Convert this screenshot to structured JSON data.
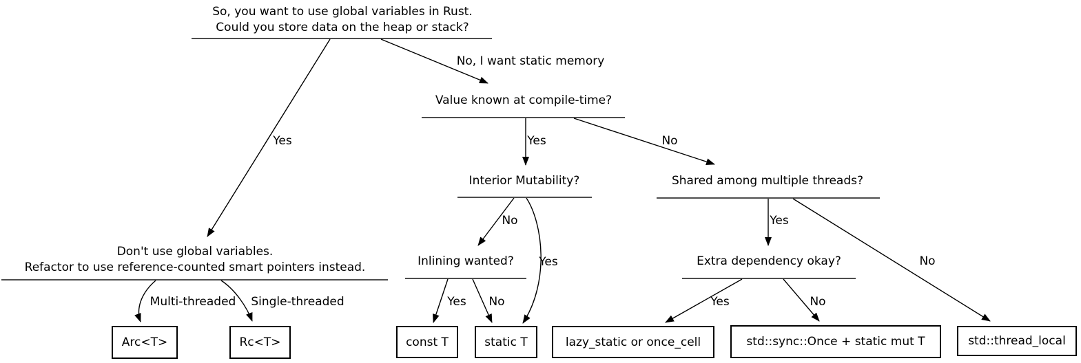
{
  "diagram": {
    "kind": "decision-tree flowchart",
    "colors": {
      "background": "#ffffff",
      "text": "#000000",
      "edge": "#000000",
      "underline": "#4d4d4d",
      "box_border": "#000000"
    },
    "nodes": {
      "root": {
        "line1": "So, you want to use global variables in Rust.",
        "line2": "Could you store data on the heap or stack?"
      },
      "value_known": {
        "label": "Value known at compile-time?"
      },
      "interior_mutability": {
        "label": "Interior Mutability?"
      },
      "shared_threads": {
        "label": "Shared among multiple threads?"
      },
      "inlining_wanted": {
        "label": "Inlining wanted?"
      },
      "extra_dependency": {
        "label": "Extra dependency okay?"
      },
      "dont_use": {
        "line1": "Don't use global variables.",
        "line2": "Refactor to use reference-counted smart pointers instead."
      }
    },
    "edge_labels": {
      "root_yes": "Yes",
      "root_no": "No, I want static memory",
      "value_yes": "Yes",
      "value_no": "No",
      "interior_no": "No",
      "interior_yes": "Yes",
      "inlining_yes": "Yes",
      "inlining_no": "No",
      "shared_yes": "Yes",
      "shared_no": "No",
      "extra_yes": "Yes",
      "extra_no": "No",
      "multi_threaded": "Multi-threaded",
      "single_threaded": "Single-threaded"
    },
    "leaves": {
      "arc": "Arc<T>",
      "rc": "Rc<T>",
      "const_t": "const T",
      "static_t": "static T",
      "lazy_static": "lazy_static or once_cell",
      "sync_once": "std::sync::Once + static mut T",
      "thread_local": "std::thread_local"
    }
  }
}
